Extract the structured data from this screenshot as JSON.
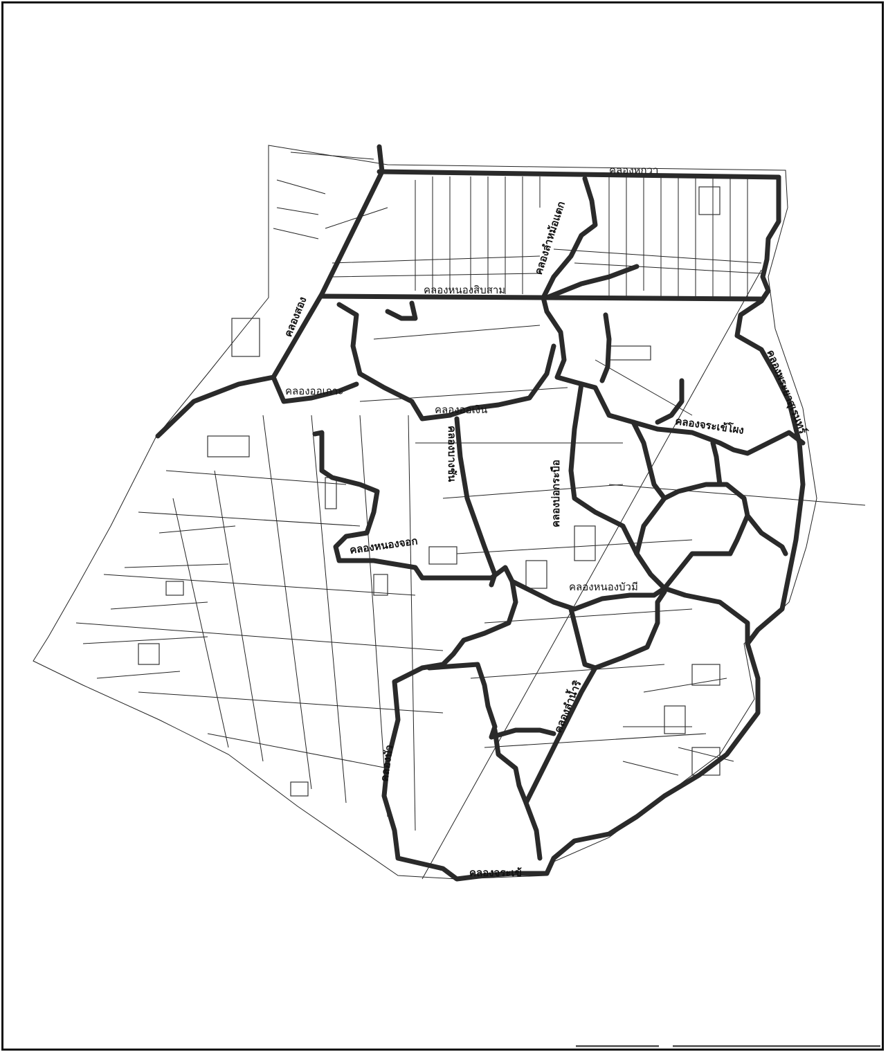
{
  "map": {
    "canal_labels": [
      {
        "id": "khlong-hok-wa",
        "text": "คลองหกวา"
      },
      {
        "id": "khlong-lam-mo-kaet",
        "text": "คลองลำหม้อแตก"
      },
      {
        "id": "khlong-song",
        "text": "คลองสอง"
      },
      {
        "id": "khlong-nong-sip-sam",
        "text": "คลองหนองสิบสาม"
      },
      {
        "id": "khlong-o-ko",
        "text": "คลองออเกาะ"
      },
      {
        "id": "khlong-o-ngoen",
        "text": "คลองออเงิน"
      },
      {
        "id": "khlong-phra-ya-suren",
        "text": "คลองพระยาสุเรนทร์"
      },
      {
        "id": "khlong-chorakhe-phong",
        "text": "คลองจระเข้โผง"
      },
      {
        "id": "khlong-bang-chan-rak",
        "text": "คลองบางชัน"
      },
      {
        "id": "khlong-bo-krabue",
        "text": "คลองบ่อกระบือ"
      },
      {
        "id": "khlong-nong-chok",
        "text": "คลองหนองจอก"
      },
      {
        "id": "khlong-nong-bua-mi",
        "text": "คลองหนองบัวมี"
      },
      {
        "id": "khlong-lam-nam-ri",
        "text": "คลองลำน้ำริ"
      },
      {
        "id": "khlong-bua",
        "text": "คลองบัว"
      },
      {
        "id": "khlong-chorakhe",
        "text": "คลองจระเข้"
      }
    ],
    "colors": {
      "canal": "#2a2a2a",
      "road": "#222222",
      "frame": "#111111"
    }
  }
}
